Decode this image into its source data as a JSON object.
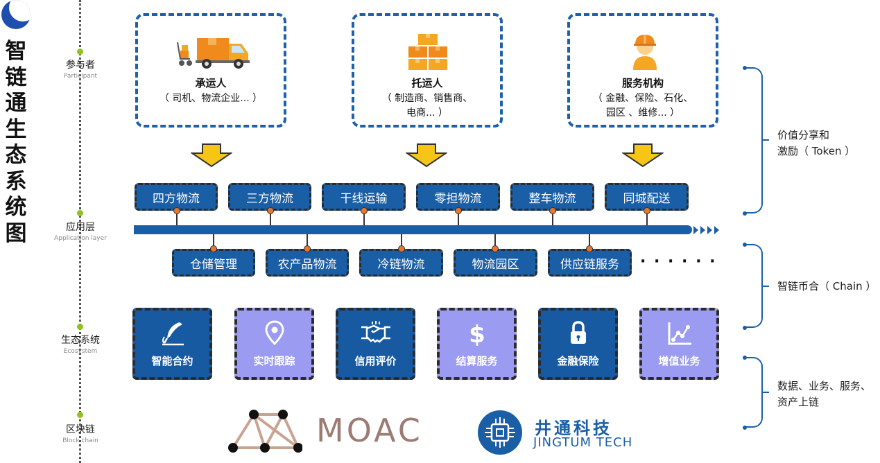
{
  "title_chars": [
    "智",
    "链",
    "通",
    "生",
    "态",
    "系",
    "统",
    "图"
  ],
  "timeline": [
    {
      "label": "参与者",
      "sub": "Participant"
    },
    {
      "label": "应用层",
      "sub": "Application layer"
    },
    {
      "label": "生态系统",
      "sub": "Ecosystem"
    },
    {
      "label": "区块链",
      "sub": "Block chain"
    }
  ],
  "participants": [
    {
      "title": "承运人",
      "desc": "（ 司机、物流企业... ）",
      "icon": "delivery-truck-icon"
    },
    {
      "title": "托运人",
      "desc": "（ 制造商、销售商、\n电商... ）",
      "icon": "stacked-boxes-icon"
    },
    {
      "title": "服务机构",
      "desc": "（ 金融、保险、石化、\n园区 、维修... ）",
      "icon": "worker-helmet-icon"
    }
  ],
  "app_row1": [
    "四方物流",
    "三方物流",
    "干线运输",
    "零担物流",
    "整车物流",
    "同城配送"
  ],
  "app_row2": [
    "仓储管理",
    "农产品物流",
    "冷链物流",
    "物流园区",
    "供应链服务"
  ],
  "ellipsis": "· · · · · ·",
  "ecosystem": [
    {
      "label": "智能合约",
      "icon": "feather-pen-icon",
      "style": "dark"
    },
    {
      "label": "实时跟踪",
      "icon": "location-pin-icon",
      "style": "light"
    },
    {
      "label": "信用评价",
      "icon": "handshake-icon",
      "style": "dark"
    },
    {
      "label": "结算服务",
      "icon": "dollar-icon",
      "style": "light"
    },
    {
      "label": "金融保险",
      "icon": "lock-icon",
      "style": "dark"
    },
    {
      "label": "增值业务",
      "icon": "line-chart-icon",
      "style": "light"
    }
  ],
  "right_labels": {
    "token": [
      "价值分享和",
      "激励（ Token ）"
    ],
    "chain": "智链币合（ Chain ）",
    "data": [
      "数据、业务、服务、",
      "资产上链"
    ]
  },
  "logos": {
    "moac": "MOAC",
    "jingtum_cn": "井通科技",
    "jingtum_en": "JINGTUM TECH"
  },
  "colors": {
    "primary_blue": "#1a5ea6",
    "light_purple": "#9b9bf2",
    "arrow_yellow": "#f5c518",
    "timeline_dot": "#8dc21f",
    "connector_orange": "#e8772e",
    "moac_brown": "#9b7b72"
  }
}
